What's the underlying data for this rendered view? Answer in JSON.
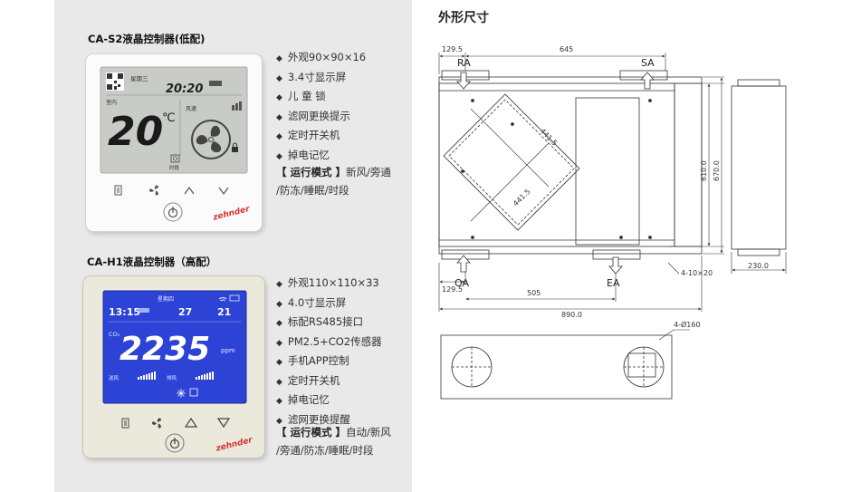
{
  "left": {
    "s2": {
      "title": "CA-S2液晶控制器(低配)",
      "screen": {
        "weekday": "星期三",
        "time": "20:20",
        "indoor_label": "室内",
        "fan_label": "风速",
        "temperature": "20",
        "unit": "℃",
        "timer_label": "时段"
      },
      "brand": "zehnder",
      "features": [
        "外观90×90×16",
        "3.4寸显示屏",
        "儿 童 锁",
        "滤网更换提示",
        "定时开关机",
        "掉电记忆"
      ],
      "mode_label": "【 运行模式 】",
      "mode_line1": "新风/旁通",
      "mode_line2": "/防冻/睡眠/时段"
    },
    "h1": {
      "title": "CA-H1液晶控制器（高配）",
      "screen": {
        "weekday": "星期四",
        "time": "13:15",
        "temp_out": "27",
        "temp_in": "21",
        "co2_label": "CO₂",
        "value": "2235",
        "unit": "ppm",
        "small_label_1": "送风",
        "small_label_2": "排风"
      },
      "brand": "zehnder",
      "features": [
        "外观110×110×33",
        "4.0寸显示屏",
        "标配RS485接口",
        "PM2.5+CO2传感器",
        "手机APP控制",
        "定时开关机",
        "掉电记忆",
        "滤网更换提醒"
      ],
      "mode_label": "【 运行模式 】",
      "mode_line1": "自动/新风",
      "mode_line2": "/旁通/防冻/睡眠/时段"
    }
  },
  "drawing": {
    "title": "外形尺寸",
    "dims": {
      "d_129_top": "129.5",
      "d_645": "645",
      "d_129_bottom": "129.5",
      "d_505": "505",
      "d_890": "890.0",
      "d_610": "610.0",
      "d_670": "670.0",
      "d_441_a": "441.5",
      "d_441_b": "441.5",
      "d_230": "230.0",
      "bolt_note": "4-10×20",
      "hole_note": "4-Ø160"
    },
    "ports": {
      "ra": "RA",
      "sa": "SA",
      "oa": "OA",
      "ea": "EA"
    }
  },
  "colors": {
    "panel_bg": "#e9e9e9",
    "lcd_gray": "#c9cbc6",
    "lcd_blue": "#2c43d6",
    "brand_red": "#d6332f"
  }
}
